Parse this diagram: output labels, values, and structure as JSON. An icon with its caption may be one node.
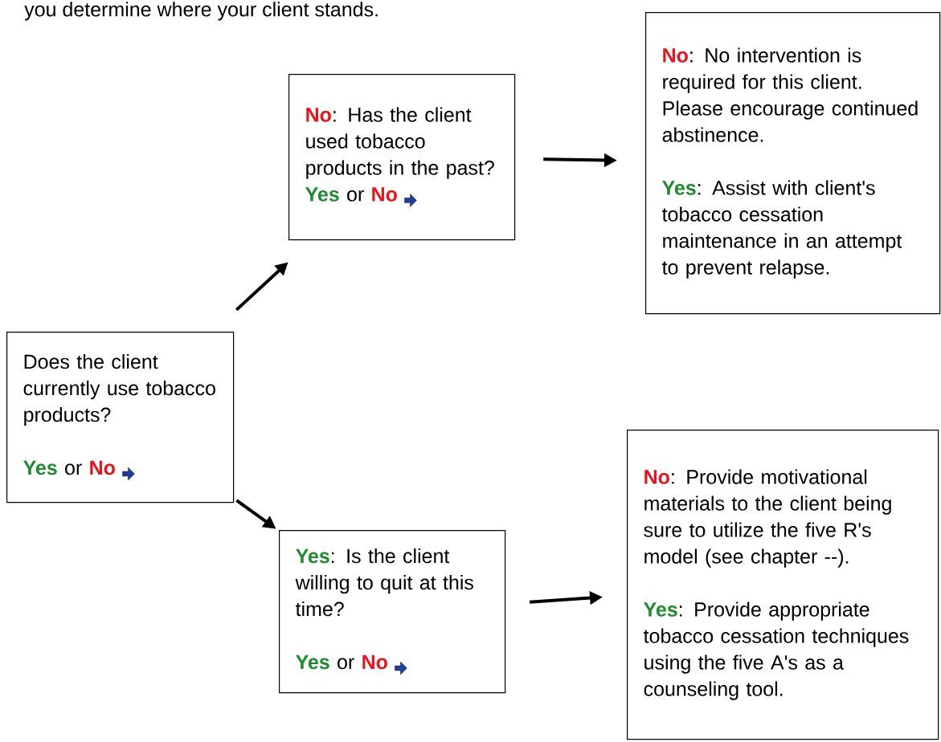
{
  "diagram": {
    "nodes": [
      {
        "text": [
          "Does the client currently use tobacco products?",
          "Yes",
          "or",
          "No"
        ]
      },
      {
        "text": [
          "No",
          ": Has the client used tobacco products in the past?",
          "Yes",
          "or",
          "No"
        ]
      },
      {
        "text": [
          "No",
          ": No intervention is required for this client. Please encourage continued abstinence.",
          "Yes",
          ": Assist with client's tobacco cessation maintenance in an attempt to prevent relapse."
        ]
      },
      {
        "text": [
          "Yes",
          ": Is the client willing to quit at this time?",
          "Yes",
          "or",
          "No"
        ]
      },
      {
        "text": [
          "No",
          ": Provide motivational materials to the client being sure to utilize the five R's model (see chapter --).",
          "Yes",
          ": Provide appropriate tobacco cessation techniques using the five A's as a counseling tool."
        ]
      }
    ],
    "edges": [
      {
        "from": 0,
        "to": 1,
        "arrow": "to"
      },
      {
        "from": 0,
        "to": 3,
        "arrow": "to"
      },
      {
        "from": 1,
        "to": 2,
        "arrow": "to"
      },
      {
        "from": 3,
        "to": 4,
        "arrow": "to"
      }
    ],
    "labels": [
      "you determine where your client stands."
    ]
  }
}
